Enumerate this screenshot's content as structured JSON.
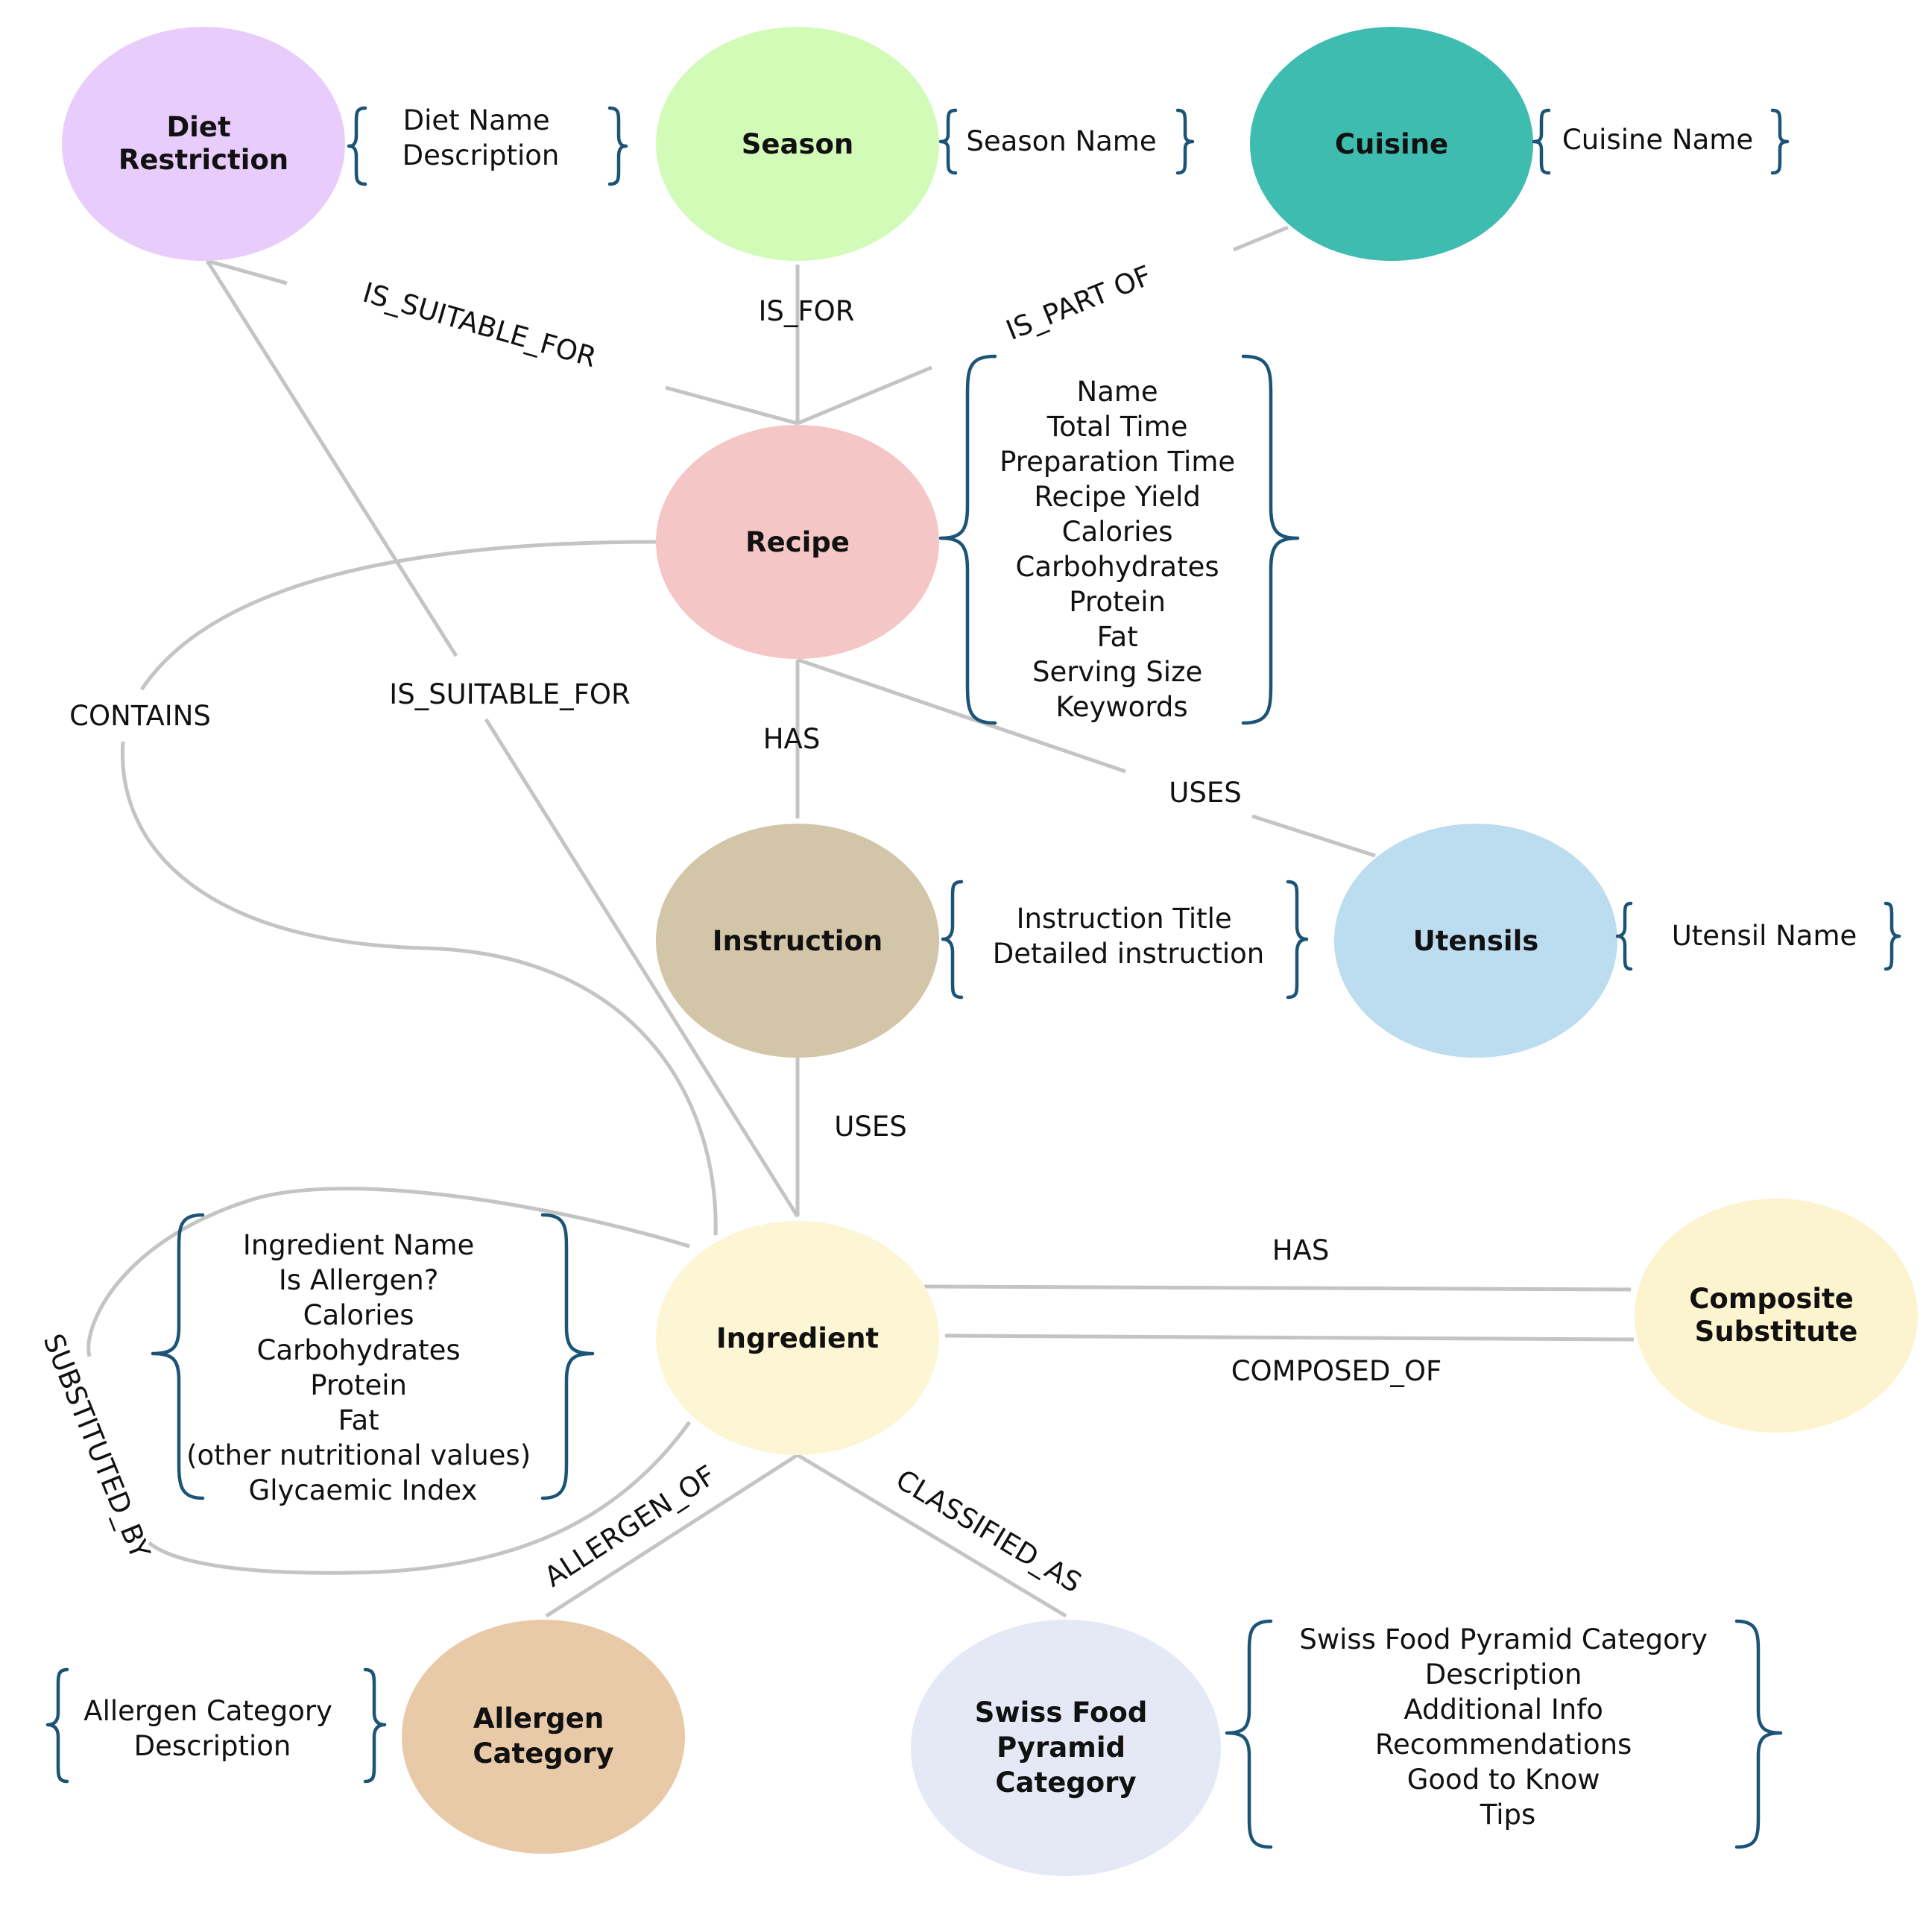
{
  "colors": {
    "edge": "#c4c4c4",
    "brace": "#1b5476",
    "diet": "#e8ccfb",
    "season": "#d2fbb8",
    "cuisine": "#3fbcb0",
    "recipe": "#f5c6c6",
    "instruction": "#d3c5a8",
    "utensils": "#bcdcf0",
    "ingredient": "#fdf6d5",
    "composite": "#fcf4ce",
    "allergen": "#e9caa8",
    "swiss": "#e4e9f5"
  },
  "nodes": {
    "diet": [
      "Diet",
      "Restriction"
    ],
    "season": [
      "Season"
    ],
    "cuisine": [
      "Cuisine"
    ],
    "recipe": [
      "Recipe"
    ],
    "instruction": [
      "Instruction"
    ],
    "utensils": [
      "Utensils"
    ],
    "ingredient": [
      "Ingredient"
    ],
    "composite": [
      "Composite",
      "Substitute"
    ],
    "allergen": [
      "Allergen",
      "Category"
    ],
    "swiss": [
      "Swiss Food",
      "Pyramid",
      "Category"
    ]
  },
  "attributes": {
    "diet": [
      "Diet Name",
      "Description"
    ],
    "season": [
      "Season Name"
    ],
    "cuisine": [
      "Cuisine Name"
    ],
    "recipe": [
      "Name",
      "Total Time",
      "Preparation Time",
      "Recipe Yield",
      "Calories",
      "Carbohydrates",
      "Protein",
      "Fat",
      "Serving Size",
      "Keywords"
    ],
    "instruction": [
      "Instruction Title",
      "Detailed instruction"
    ],
    "utensils": [
      "Utensil Name"
    ],
    "ingredient": [
      "Ingredient Name",
      "Is Allergen?",
      "Calories",
      "Carbohydrates",
      "Protein",
      "Fat",
      "(other nutritional values)",
      "Glycaemic Index"
    ],
    "allergen": [
      "Allergen Category",
      "Description"
    ],
    "swiss": [
      "Swiss Food Pyramid Category",
      "Description",
      "Additional Info",
      "Recommendations",
      "Good to Know",
      "Tips"
    ]
  },
  "edges": {
    "recipe_diet": "IS_SUITABLE_FOR",
    "recipe_season": "IS_FOR",
    "recipe_cuisine": "IS_PART OF",
    "recipe_instruction": "HAS",
    "recipe_utensils": "USES",
    "recipe_ingredient": "CONTAINS",
    "ingredient_diet": "IS_SUITABLE_FOR",
    "instruction_ingredient": "USES",
    "ingredient_composite": "HAS",
    "composite_ingredient": "COMPOSED_OF",
    "ingredient_substitute": "SUBSTITUTED_BY",
    "ingredient_allergen": "ALLERGEN_OF",
    "ingredient_swiss": "CLASSIFIED_AS"
  }
}
